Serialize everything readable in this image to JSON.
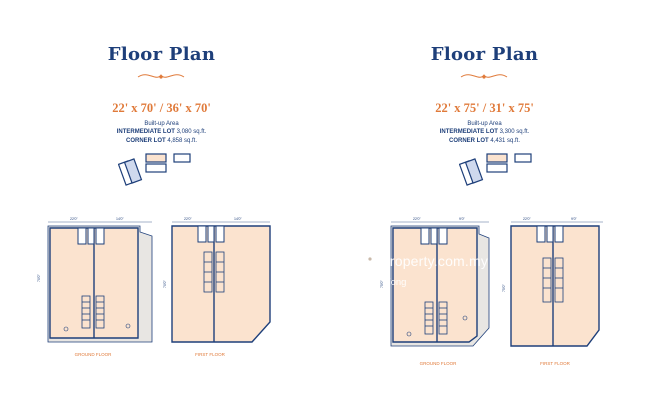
{
  "left": {
    "title": "Floor Plan",
    "dimensions": "22' x 70' / 36' x 70'",
    "area_label": "Built-up Area",
    "intermediate_label": "INTERMEDIATE LOT",
    "intermediate_value": "3,080 sq.ft.",
    "corner_label": "CORNER LOT",
    "corner_value": "4,858 sq.ft.",
    "ground_label": "GROUND FLOOR",
    "first_label": "FIRST FLOOR"
  },
  "right": {
    "title": "Floor Plan",
    "dimensions": "22' x 75' / 31' x 75'",
    "area_label": "Built-up Area",
    "intermediate_label": "INTERMEDIATE LOT",
    "intermediate_value": "3,300 sq.ft.",
    "corner_label": "CORNER LOT",
    "corner_value": "4,431 sq.ft.",
    "ground_label": "GROUND FLOOR",
    "first_label": "FIRST FLOOR"
  },
  "watermark": {
    "brand": "iProperty.com.my",
    "agent": "Ivy Wong"
  },
  "colors": {
    "navy": "#1e3f7a",
    "orange": "#e07a3a",
    "floor_fill": "#fbe3cf"
  }
}
